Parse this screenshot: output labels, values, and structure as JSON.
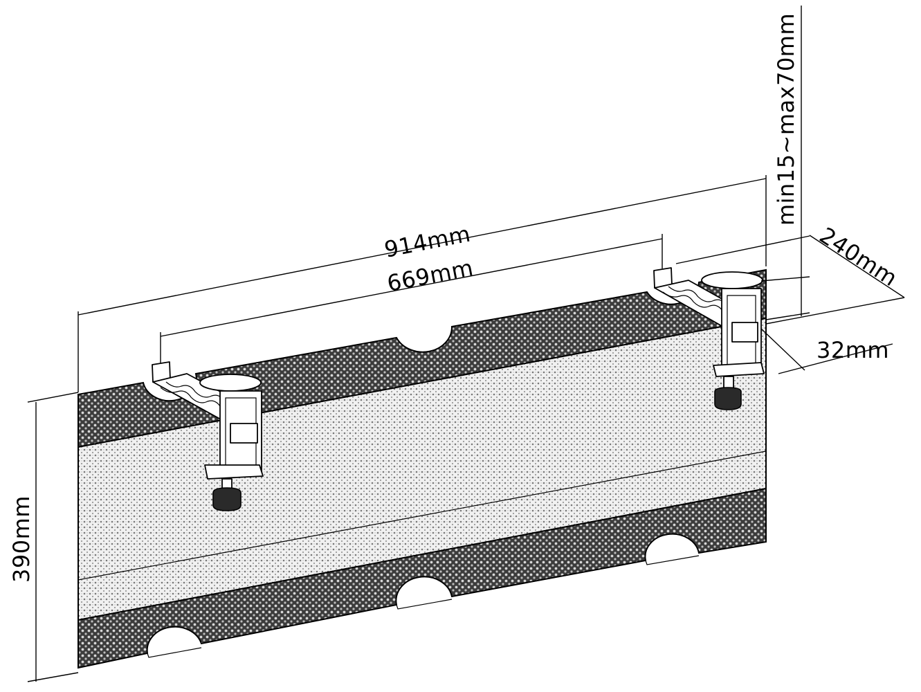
{
  "diagram": {
    "dimensions": {
      "overall_width": "914mm",
      "clamp_spacing": "669mm",
      "clamp_range": "min15~max70mm",
      "depth": "240mm",
      "thickness": "32mm",
      "height": "390mm"
    },
    "colors": {
      "line": "#000000",
      "background": "#ffffff",
      "fabric_light": "#d9d9d9",
      "fabric_dark": "#4a4a4a"
    }
  }
}
